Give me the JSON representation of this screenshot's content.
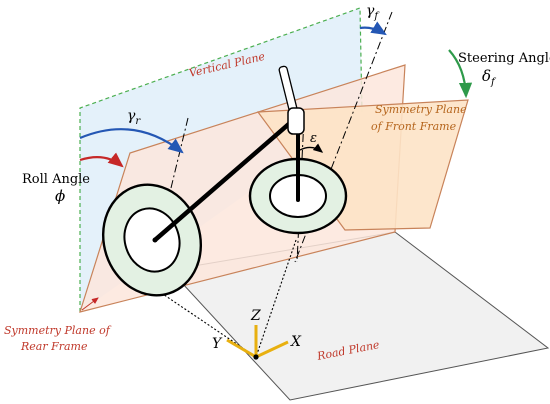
{
  "labels": {
    "vertical_plane": "Vertical Plane",
    "steering_angle": "Steering Angle",
    "steering_symbol": "δ",
    "steering_sub": "f",
    "symmetry_front_1": "Symmetry Plane",
    "symmetry_front_2": "of Front Frame",
    "roll_angle": "Roll Angle",
    "roll_symbol": "ϕ",
    "gamma_r_symbol": "γ",
    "gamma_r_sub": "r",
    "gamma_f_symbol": "γ",
    "gamma_f_sub": "f",
    "epsilon": "ε",
    "symmetry_rear_1": "Symmetry Plane of",
    "symmetry_rear_2": "Rear Frame",
    "road_plane": "Road Plane",
    "axis_x": "X",
    "axis_y": "Y",
    "axis_z": "Z"
  },
  "colors": {
    "vertical_plane_fill": "#e4f1fa",
    "vertical_plane_edge": "#4caf50",
    "rear_plane_fill": "#fde6dc",
    "front_plane_fill": "#fde3c6",
    "plane_edge": "#c8835a",
    "road_fill": "#f1f1f1",
    "road_edge": "#555555",
    "wheel_fill": "#e3f1e3",
    "frame": "#000000",
    "axis": "#e8b010",
    "arc_blue": "#2457b4",
    "arc_red": "#c62828",
    "arc_green": "#2e9a4a",
    "label_red": "#c0392b",
    "label_orange": "#b5651d"
  }
}
